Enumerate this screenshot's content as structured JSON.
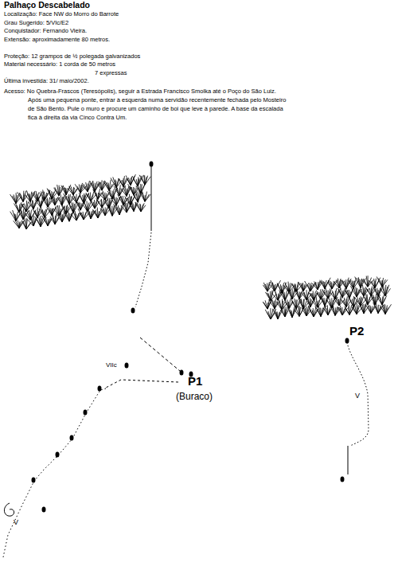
{
  "diagram": {
    "title": "Palhaço Descabelado",
    "labels": [
      "Localização: Face NW do Morro do Barrote",
      "Grau Sugerido: 5/VIc/E2",
      "Conquistador: Fernando Vieira.",
      "Extensão: aproximadamente 80 metros.",
      "Proteção: 12 grampos de ½ polegada galvanizados",
      "Material necessário: 1 corda de 50 metros",
      "7 expressas",
      "Última investida: 31/ maio/2002.",
      "Acesso: No Quebra-Frascos (Teresópolis), seguir a Estrada Francisco Smolka até o Poço do São Luiz. Após uma pequena ponte, entrar à esquerda numa servidão recentemente fechada pelo Mosteiro de São Bento. Pule o muro e procure um caminho de boi que leve à parede. A base da escalada fica à direita da via Cinco Contra Um.",
      "VIIc",
      "P1",
      "(Buraco)",
      "P2",
      "V",
      "V"
    ]
  }
}
